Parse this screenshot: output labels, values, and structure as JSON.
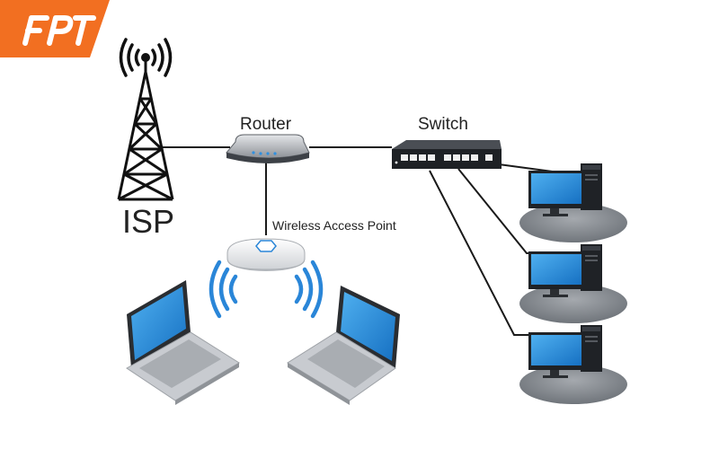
{
  "brand": {
    "logo_text": "FPT",
    "logo_color": "#f26f21"
  },
  "nodes": {
    "isp": {
      "label": "ISP",
      "icon": "cell-tower-icon"
    },
    "router": {
      "label": "Router",
      "icon": "router-icon"
    },
    "switch": {
      "label": "Switch",
      "icon": "network-switch-icon"
    },
    "access_point": {
      "label": "Wireless Access Point",
      "icon": "wireless-access-point-icon"
    },
    "laptops": [
      {
        "icon": "laptop-icon"
      },
      {
        "icon": "laptop-icon"
      }
    ],
    "desktops": [
      {
        "icon": "desktop-computer-icon"
      },
      {
        "icon": "desktop-computer-icon"
      },
      {
        "icon": "desktop-computer-icon"
      }
    ]
  },
  "colors": {
    "line": "#1a1a1a",
    "screen": "#1d8ce0",
    "disc": "#8a8f96",
    "wifi": "#2a86d8",
    "laptop_body": "#c8cbd0"
  }
}
